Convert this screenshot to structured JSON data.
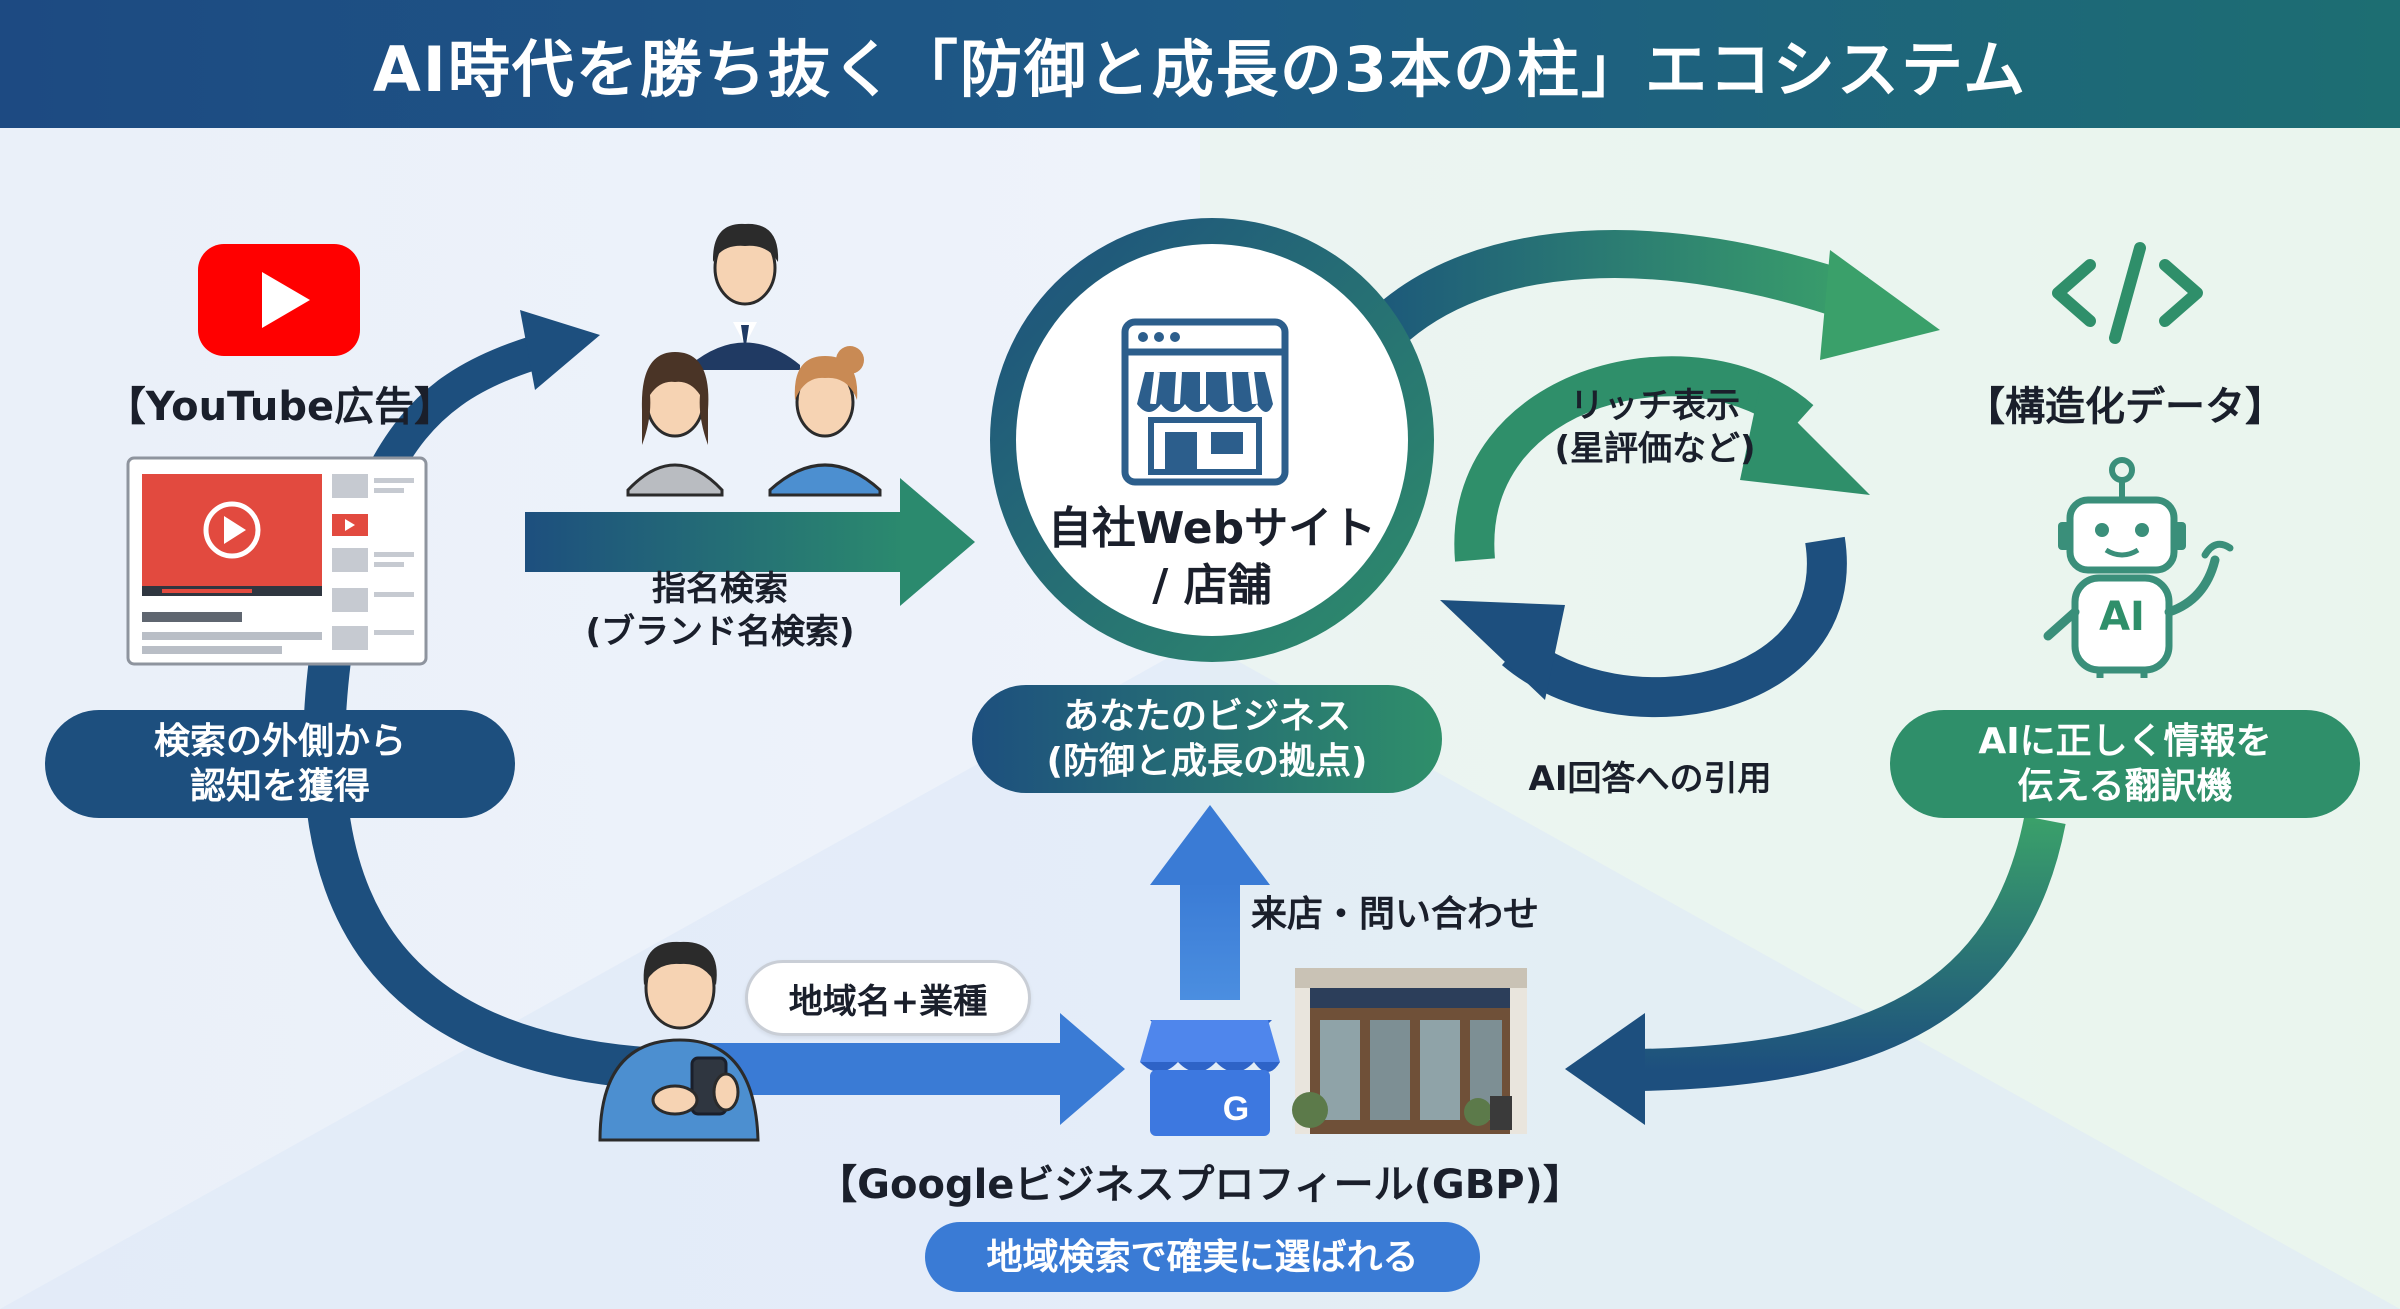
{
  "title": "AI時代を勝ち抜く「防御と成長の3本の柱」エコシステム",
  "youtube": {
    "label": "【YouTube広告】",
    "pill_line1": "検索の外側から",
    "pill_line2": "認知を獲得"
  },
  "branded_search": {
    "line1": "指名検索",
    "line2": "(ブランド名検索)"
  },
  "center": {
    "line1": "自社Webサイト",
    "line2": "/ 店舗",
    "pill_line1": "あなたのビジネス",
    "pill_line2": "(防御と成長の拠点)"
  },
  "rich": {
    "line1": "リッチ表示",
    "line2": "(星評価など)"
  },
  "ai_citation": "AI回答への引用",
  "structured": {
    "label": "【構造化データ】",
    "robot_text": "AI",
    "pill_line1": "AIに正しく情報を",
    "pill_line2": "伝える翻訳機"
  },
  "visit": "来店・問い合わせ",
  "local_query": "地域名+業種",
  "gbp": {
    "label": "【Googleビジネスプロフィール(GBP)】",
    "pill": "地域検索で確実に選ばれる",
    "icon_letter": "G"
  },
  "colors": {
    "navy": "#1d4f7e",
    "teal": "#2f8f6a",
    "green": "#3aa06a",
    "blue": "#3a7bd5",
    "youtube_red": "#ff0000"
  }
}
